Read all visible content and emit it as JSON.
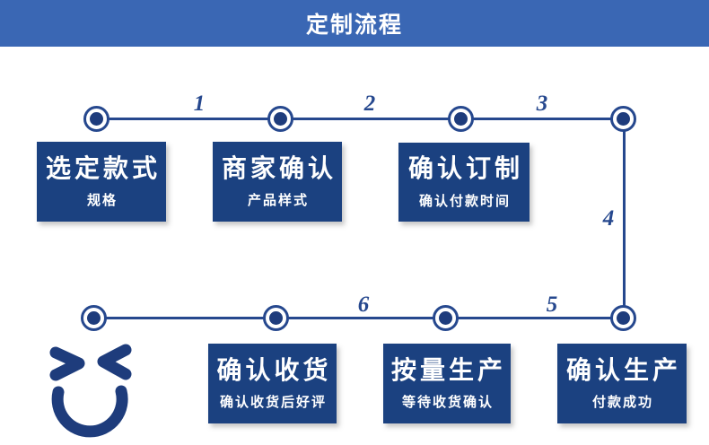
{
  "header": {
    "title": "定制流程"
  },
  "flow": {
    "step_numbers": [
      "1",
      "2",
      "3",
      "4",
      "5",
      "6"
    ],
    "boxes": [
      {
        "title": "选定款式",
        "subtitle": "规格"
      },
      {
        "title": "商家确认",
        "subtitle": "产品样式"
      },
      {
        "title": "确认订制",
        "subtitle": "确认付款时间"
      },
      {
        "title": "确认收货",
        "subtitle": "确认收货后好评"
      },
      {
        "title": "按量生产",
        "subtitle": "等待收货确认"
      },
      {
        "title": "确认生产",
        "subtitle": "付款成功"
      }
    ],
    "end_icon": "smiley-face-icon"
  },
  "colors": {
    "banner_blue": "#3A67B4",
    "box_navy": "#1B4180",
    "node_navy": "#1E3C7C",
    "line_navy": "#26488E",
    "text_on_dark": "#FFFFFF"
  }
}
